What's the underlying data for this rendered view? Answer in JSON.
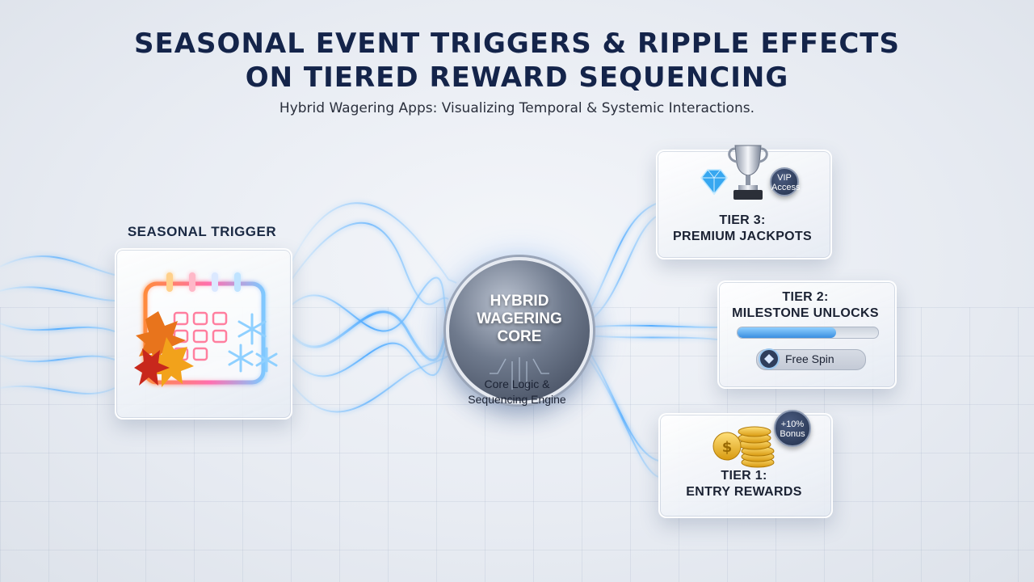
{
  "header": {
    "title_line1": "SEASONAL EVENT TRIGGERS & RIPPLE EFFECTS",
    "title_line2": "ON TIERED REWARD SEQUENCING",
    "subtitle": "Hybrid Wagering Apps: Visualizing Temporal & Systemic Interactions."
  },
  "trigger": {
    "label": "SEASONAL TRIGGER",
    "icons": [
      "calendar-icon",
      "autumn-leaf-icon",
      "snowflake-icon"
    ]
  },
  "core": {
    "title_lines": [
      "HYBRID",
      "WAGERING",
      "CORE"
    ],
    "caption_lines": [
      "Core Logic &",
      "Sequencing Engine"
    ]
  },
  "tiers": {
    "tier3": {
      "line1": "TIER 3:",
      "line2": "PREMIUM JACKPOTS",
      "badge": "VIP Access",
      "icons": [
        "diamond-icon",
        "trophy-icon",
        "vip-badge-icon"
      ]
    },
    "tier2": {
      "line1": "TIER 2:",
      "line2": "MILESTONE UNLOCKS",
      "progress_fraction": 0.7,
      "pill_label": "Free Spin",
      "icons": [
        "progress-bar",
        "spin-token-icon"
      ]
    },
    "tier1": {
      "line1": "TIER 1:",
      "line2": "ENTRY REWARDS",
      "badge": "+10% Bonus",
      "icons": [
        "coin-stack-icon",
        "bonus-badge-icon"
      ]
    }
  },
  "colors": {
    "title": "#14244a",
    "wave_blue": "#4aa8ff",
    "wave_glow": "#bfe3ff",
    "progress_fill": "#3a8fe0",
    "gold": "#f2b51c"
  }
}
